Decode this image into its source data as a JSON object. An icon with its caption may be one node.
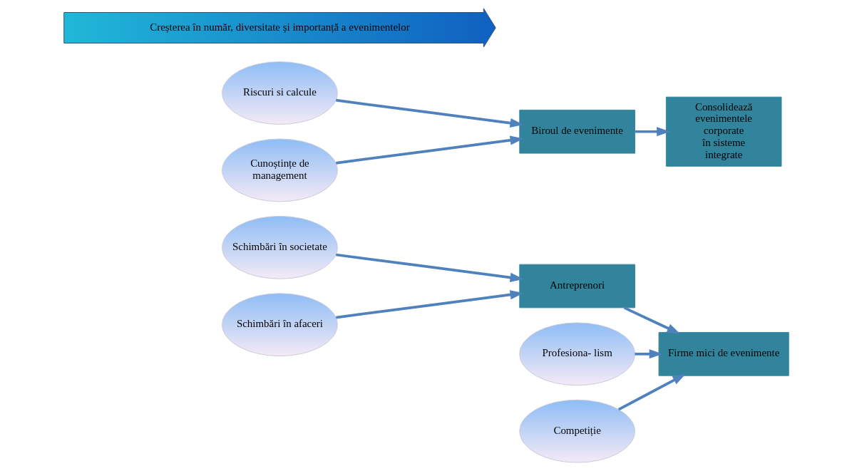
{
  "diagram": {
    "nodes": [
      {
        "text": [
          "Schimbări în societate"
        ]
      },
      {
        "text": [
          "Profesiona- lism"
        ]
      },
      {
        "text": [
          "Riscuri si calcule"
        ]
      },
      {
        "text": [
          "Antreprenori"
        ]
      },
      {
        "text": [
          "Firme mici de evenimente"
        ]
      },
      {
        "text": [
          "Biroul de evenimente"
        ]
      },
      {
        "text": [
          "Consolidează evenimentele corporate în sisteme integrate"
        ]
      },
      {
        "text": [
          "Schimbări în afaceri"
        ]
      },
      {
        "text": [
          "Competiție"
        ]
      },
      {
        "text": [
          "Cunoștințe de management"
        ]
      },
      {
        "text": [
          "Creșterea în număr, diversitate și importanță a evenimentelor"
        ]
      }
    ],
    "edges": [
      {
        "from": 0,
        "to": 3,
        "arrow": "to"
      },
      {
        "from": 7,
        "to": 3,
        "arrow": "to"
      },
      {
        "from": 3,
        "to": 4,
        "arrow": "to"
      },
      {
        "from": 1,
        "to": 4,
        "arrow": "to"
      },
      {
        "from": 8,
        "to": 4,
        "arrow": "to"
      },
      {
        "from": 2,
        "to": 5,
        "arrow": "to"
      },
      {
        "from": 9,
        "to": 5,
        "arrow": "to"
      },
      {
        "from": 5,
        "to": 6,
        "arrow": "to"
      }
    ]
  }
}
